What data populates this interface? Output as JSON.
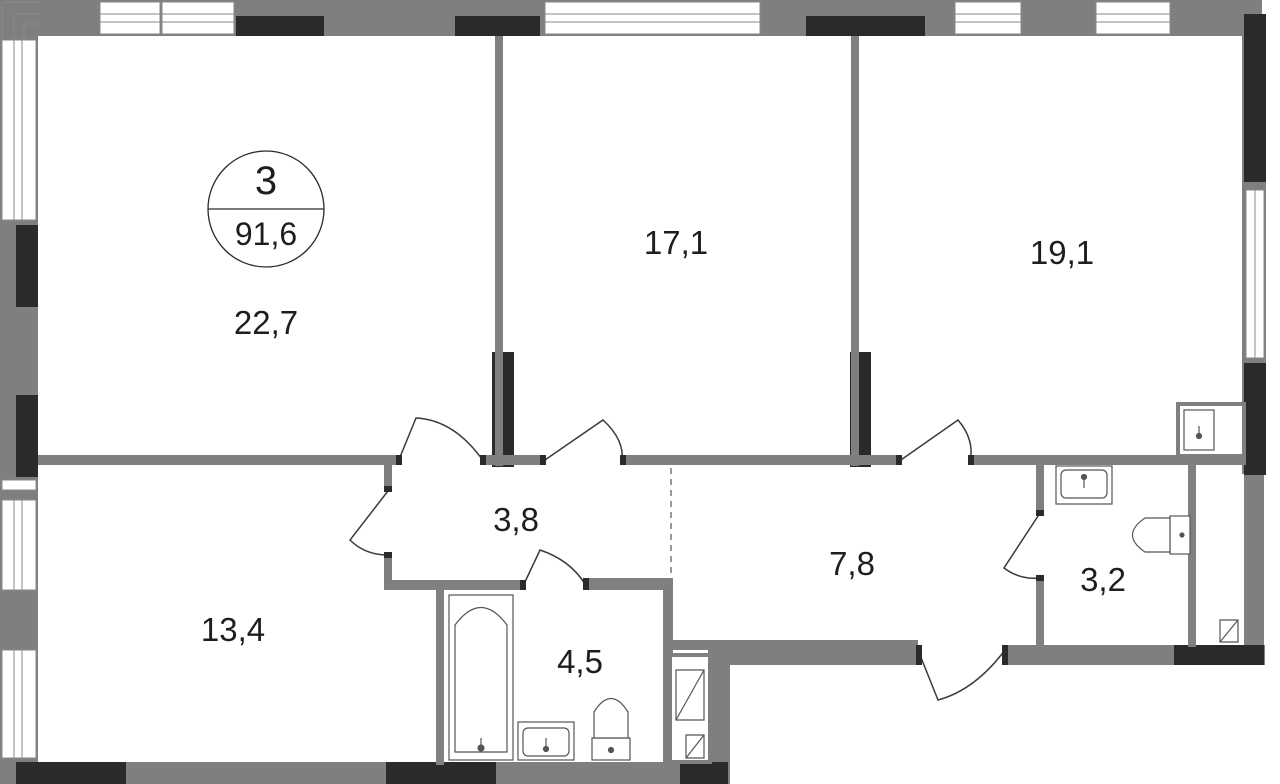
{
  "apartment": {
    "rooms_count": "3",
    "total_area": "91,6"
  },
  "rooms": [
    {
      "id": "living-room-nw",
      "area": "22,7"
    },
    {
      "id": "bedroom-center",
      "area": "17,1"
    },
    {
      "id": "bedroom-ne",
      "area": "19,1"
    },
    {
      "id": "room-sw",
      "area": "13,4"
    },
    {
      "id": "hallway-small",
      "area": "3,8"
    },
    {
      "id": "bathroom",
      "area": "4,5"
    },
    {
      "id": "hall-main",
      "area": "7,8"
    },
    {
      "id": "toilet",
      "area": "3,2"
    }
  ],
  "colors": {
    "wall": "#7f7f7f",
    "wall_dark": "#2a2a2a",
    "window": "#ffffff",
    "window_line": "#8a8a8a",
    "fixture_line": "#555555",
    "text": "#1e1e1e"
  }
}
